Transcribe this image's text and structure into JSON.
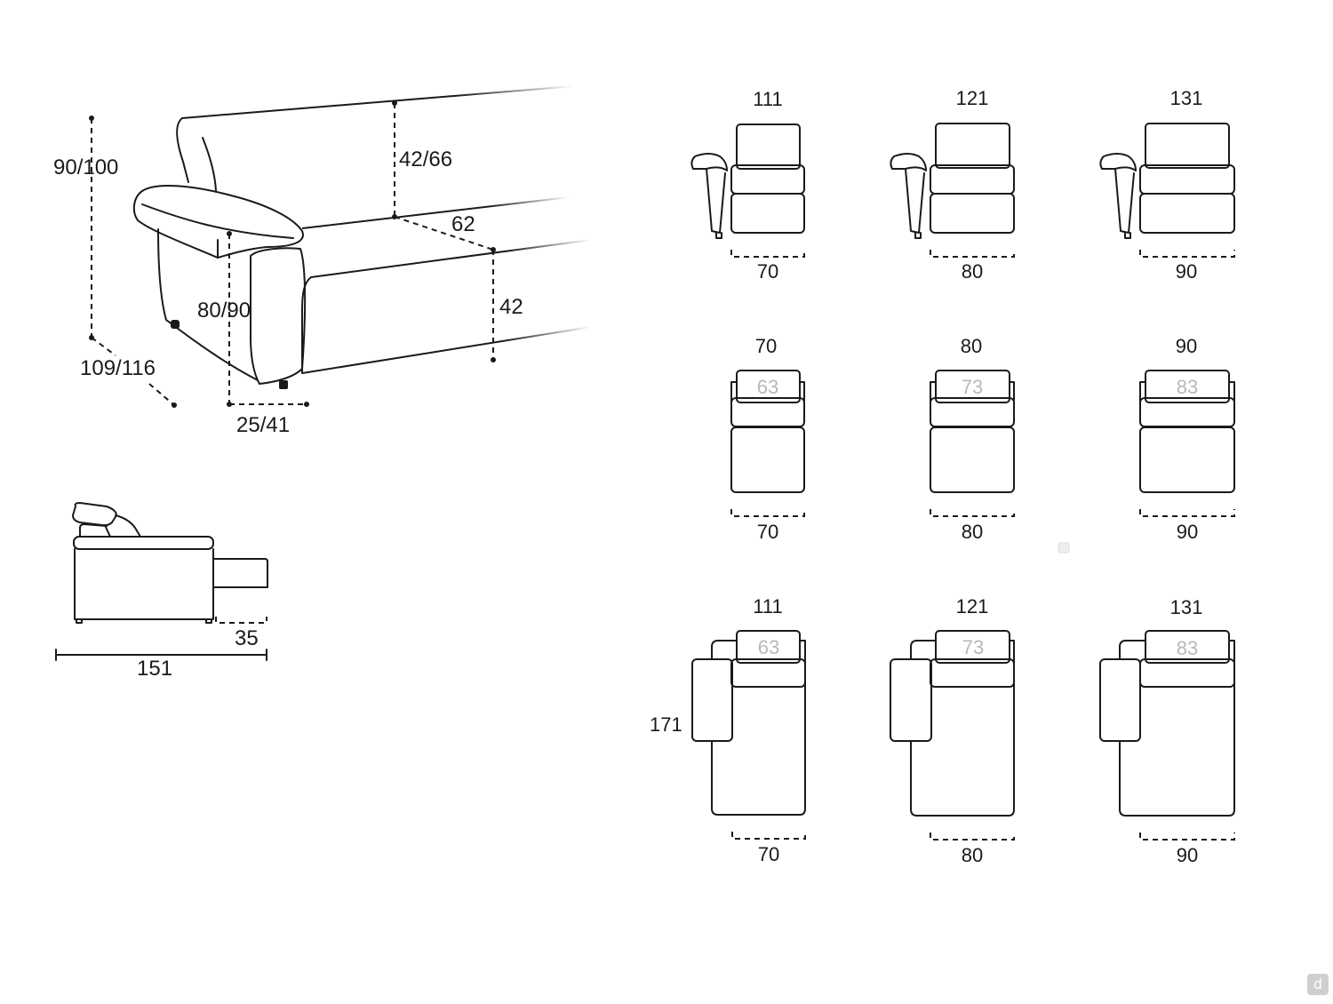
{
  "sofa_3d": {
    "height_label": "90/100",
    "depth_label": "109/116",
    "arm_height_label": "80/90",
    "arm_width_label": "25/41",
    "back_height_label": "42/66",
    "seat_depth_label": "62",
    "seat_height_label": "42"
  },
  "side_view": {
    "extension_label": "35",
    "total_length_label": "151"
  },
  "row1": [
    {
      "top": "111",
      "bottom": "70"
    },
    {
      "top": "121",
      "bottom": "80"
    },
    {
      "top": "131",
      "bottom": "90"
    }
  ],
  "row2": [
    {
      "top": "70",
      "seat": "63",
      "bottom": "70"
    },
    {
      "top": "80",
      "seat": "73",
      "bottom": "80"
    },
    {
      "top": "90",
      "seat": "83",
      "bottom": "90"
    }
  ],
  "row3": [
    {
      "top": "111",
      "seat": "63",
      "bottom": "70"
    },
    {
      "top": "121",
      "seat": "73",
      "bottom": "80"
    },
    {
      "top": "131",
      "seat": "83",
      "bottom": "90"
    }
  ],
  "row3_length_label": "171",
  "watermark": "d",
  "colors": {
    "line": "#1a1a1a",
    "seat_number": "#b8b8b8"
  }
}
